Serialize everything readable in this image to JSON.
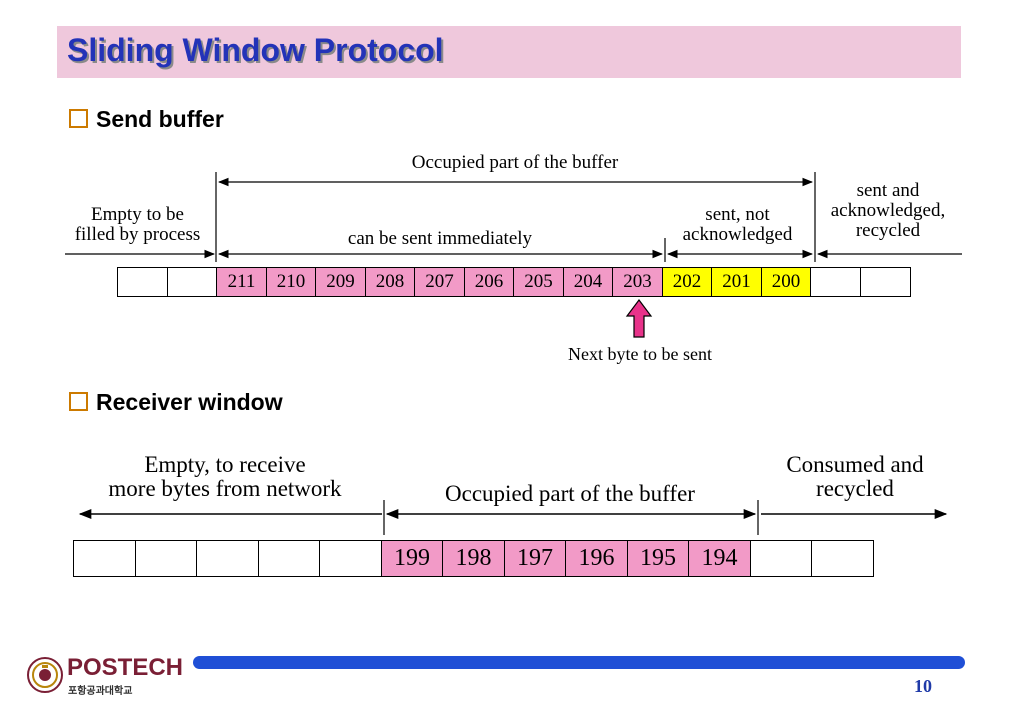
{
  "slide": {
    "title": "Sliding Window Protocol",
    "page_number": "10"
  },
  "send_section": {
    "bullet": "Send buffer",
    "label_occupied": "Occupied part of the buffer",
    "label_empty_line1": "Empty to be",
    "label_empty_line2": "filled by process",
    "label_can_send": "can be sent immediately",
    "label_sent_not_ack_line1": "sent, not",
    "label_sent_not_ack_line2": "acknowledged",
    "label_sent_ack_line1": "sent and",
    "label_sent_ack_line2": "acknowledged,",
    "label_sent_ack_line3": "recycled",
    "next_byte_label": "Next byte to be sent",
    "cells": [
      {
        "value": "",
        "state": "empty"
      },
      {
        "value": "",
        "state": "empty"
      },
      {
        "value": "211",
        "state": "can-send"
      },
      {
        "value": "210",
        "state": "can-send"
      },
      {
        "value": "209",
        "state": "can-send"
      },
      {
        "value": "208",
        "state": "can-send"
      },
      {
        "value": "207",
        "state": "can-send"
      },
      {
        "value": "206",
        "state": "can-send"
      },
      {
        "value": "205",
        "state": "can-send"
      },
      {
        "value": "204",
        "state": "can-send"
      },
      {
        "value": "203",
        "state": "can-send"
      },
      {
        "value": "202",
        "state": "sent-not-acked"
      },
      {
        "value": "201",
        "state": "sent-not-acked"
      },
      {
        "value": "200",
        "state": "sent-not-acked"
      },
      {
        "value": "",
        "state": "empty"
      },
      {
        "value": "",
        "state": "empty"
      }
    ]
  },
  "receive_section": {
    "bullet": "Receiver window",
    "label_empty_line1": "Empty, to receive",
    "label_empty_line2": "more bytes from network",
    "label_occupied": "Occupied part of the buffer",
    "label_consumed_line1": "Consumed and",
    "label_consumed_line2": "recycled",
    "cells": [
      {
        "value": "",
        "state": "empty"
      },
      {
        "value": "",
        "state": "empty"
      },
      {
        "value": "",
        "state": "empty"
      },
      {
        "value": "",
        "state": "empty"
      },
      {
        "value": "",
        "state": "empty"
      },
      {
        "value": "199",
        "state": "occupied"
      },
      {
        "value": "198",
        "state": "occupied"
      },
      {
        "value": "197",
        "state": "occupied"
      },
      {
        "value": "196",
        "state": "occupied"
      },
      {
        "value": "195",
        "state": "occupied"
      },
      {
        "value": "194",
        "state": "occupied"
      },
      {
        "value": "",
        "state": "empty"
      },
      {
        "value": "",
        "state": "empty"
      }
    ]
  },
  "colors": {
    "title_text": "#2333b8",
    "title_bar": "#efc8dc",
    "pink_cell": "#f29ac7",
    "yellow_cell": "#ffff00",
    "pointer_arrow": "#e8338a",
    "footer_bar": "#1f4fd6"
  },
  "logo": {
    "name": "POSTECH",
    "subtitle": "포항공과대학교"
  }
}
